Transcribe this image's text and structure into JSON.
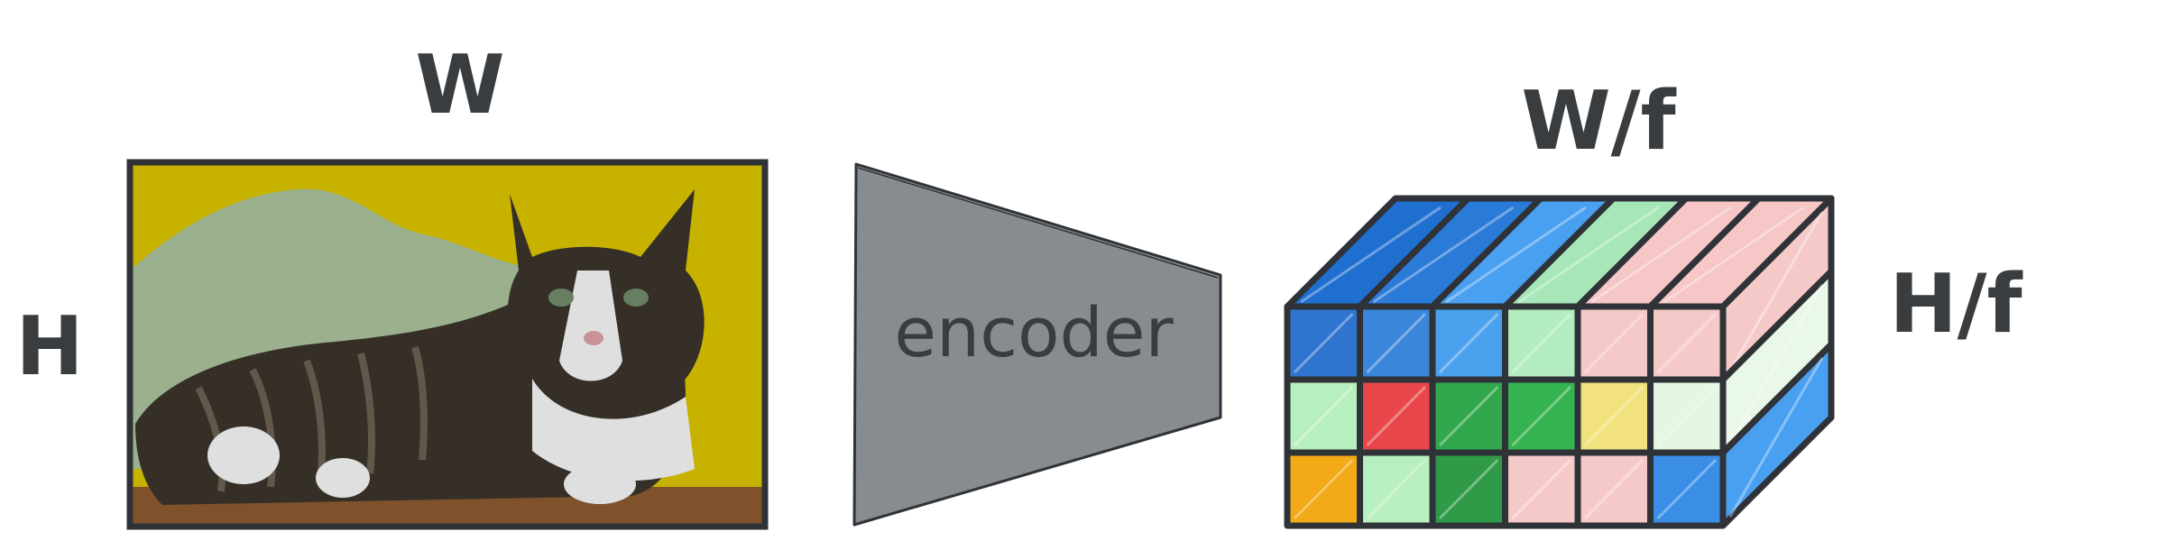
{
  "labels": {
    "image_width": "W",
    "image_height": "H",
    "encoder": "encoder",
    "latent_width": "W/f",
    "latent_height": "H/f"
  },
  "image": {
    "subject": "tabby-and-white cat lying on a wooden surface",
    "colors": {
      "wall_yellow": "#d8c200",
      "wall_green": "#a9bf9a",
      "table": "#8a5a30",
      "fur_dark": "#3a332c",
      "fur_light": "#f2f2f2",
      "frame": "#2f3337"
    }
  },
  "encoder_block": {
    "fill": "#878c91",
    "stroke": "#2f3337"
  },
  "latent": {
    "columns": 6,
    "rows": 3,
    "outline": "#2f3337",
    "top_colors": [
      "#1f6fd0",
      "#2a7ad8",
      "#4aa0f0",
      "#a6e6b8",
      "#f7c6c6",
      "#f7c6c6"
    ],
    "front_grid": [
      [
        "#2f74cf",
        "#3a86db",
        "#4aa2ef",
        "#b3ecbf",
        "#f6c9c9",
        "#f6c9c9"
      ],
      [
        "#b8efbf",
        "#e8464a",
        "#31a84d",
        "#35b34f",
        "#f2e27d",
        "#e5f6e2"
      ],
      [
        "#f2ab16",
        "#b8efbf",
        "#2f9a47",
        "#f6c9c9",
        "#f6c9c9",
        "#3a8ee6"
      ]
    ],
    "side_colors": [
      "#f6c9c9",
      "#e9f8e9",
      "#4aa0f0"
    ]
  }
}
